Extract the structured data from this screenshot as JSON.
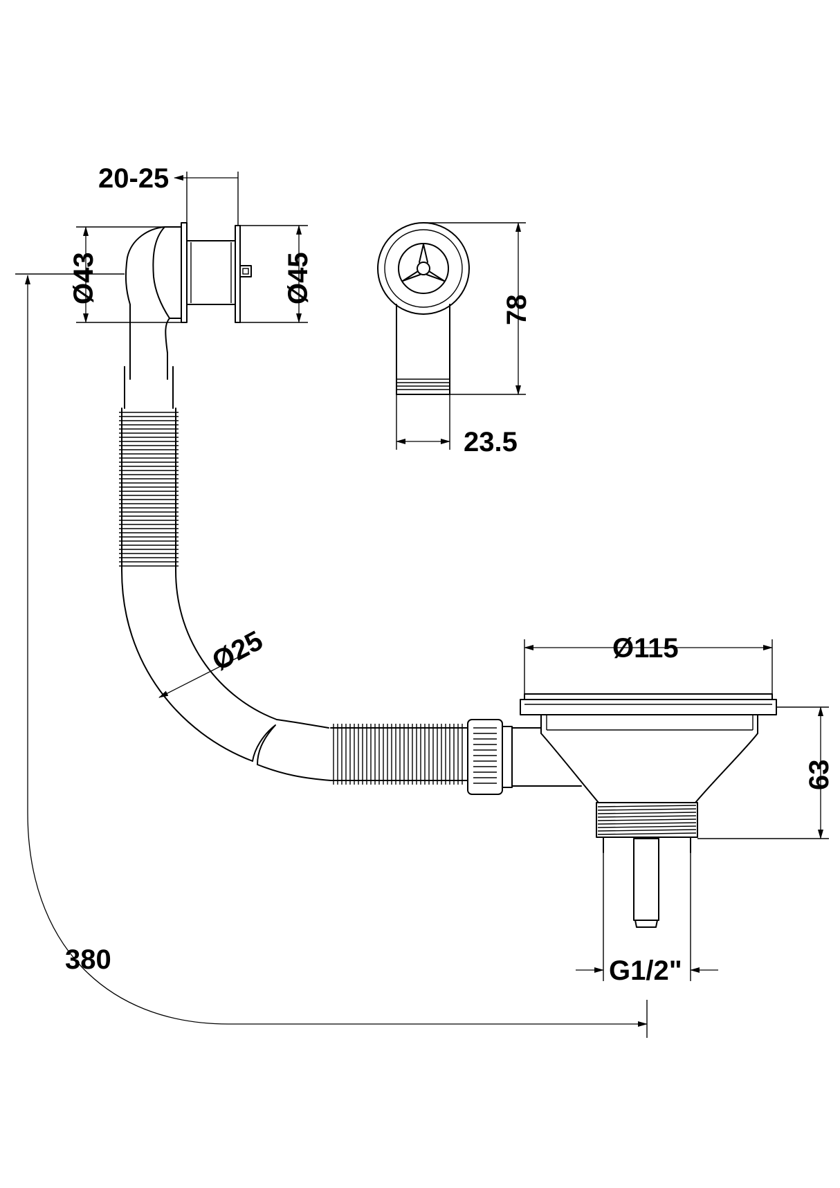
{
  "dimensions": {
    "overflow_tail_length": "20-25",
    "overflow_head_diameter": "Ø43",
    "overflow_plate_diameter": "Ø45",
    "overflow_height": "78",
    "overflow_outlet_width": "23.5",
    "hose_diameter": "Ø25",
    "waste_flange_diameter": "Ø115",
    "waste_body_height": "63",
    "waste_thread": "G1/2\"",
    "total_length": "380"
  }
}
